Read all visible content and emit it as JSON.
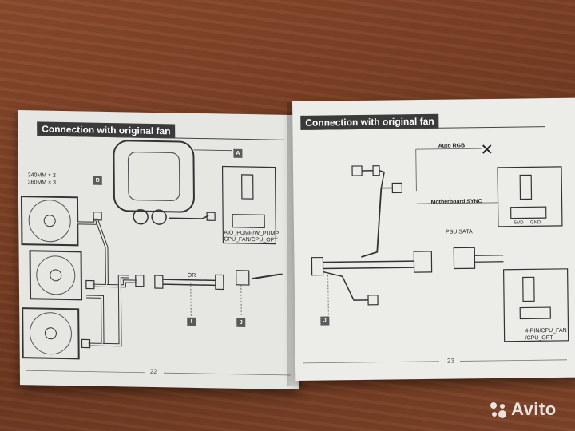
{
  "left_page": {
    "title": "Connection with original fan",
    "fan_sizes": [
      "240MM × 2",
      "360MM × 3"
    ],
    "badges": {
      "a": "A",
      "b": "B",
      "i": "I",
      "j": "J"
    },
    "connector_label": [
      "AIO_PUMP/W_PUMP",
      "CPU_FAN/CPU_OPT"
    ],
    "or_label": "OR",
    "page_number": "22"
  },
  "right_page": {
    "title": "Connection with original fan",
    "auto_rgb": "Auto RGB",
    "motherboard_sync": "Motherboard SYNC",
    "psu_sata": "PSU SATA",
    "header_pins": [
      "5VD",
      "GND"
    ],
    "fan_header_label": [
      "4-PIN/CPU_FAN",
      "/CPU_OPT"
    ],
    "badge_j": "J",
    "page_number": "23"
  },
  "watermark": {
    "text": "Avito",
    "icon": "avito-dots-icon"
  },
  "colors": {
    "table": "#7a3f24",
    "paper": "#e8e8e4",
    "ink": "#3a3a3a"
  }
}
